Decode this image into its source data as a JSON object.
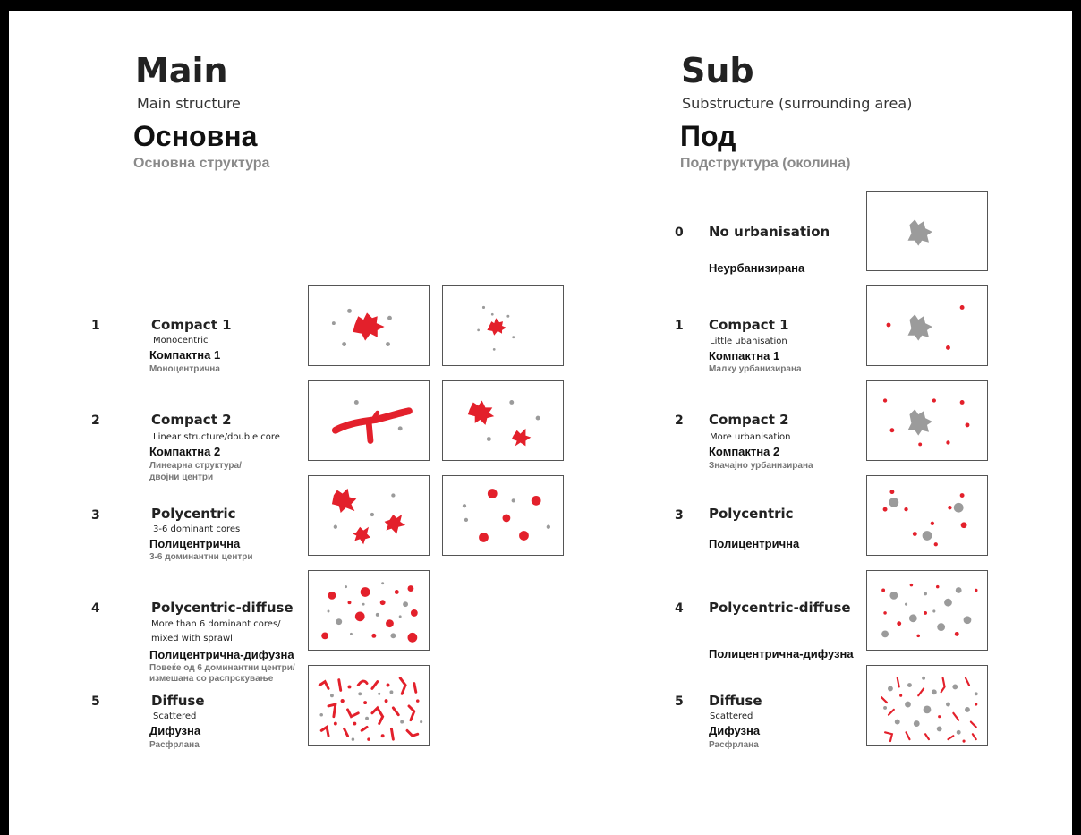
{
  "main": {
    "title_en": "Main",
    "subtitle_en": "Main structure",
    "title_mk": "Основна",
    "subtitle_mk": "Основна структура",
    "rows": [
      {
        "num": "1",
        "name_en": "Compact 1",
        "desc_en": "Monocentric",
        "name_mk": "Компактна 1",
        "desc_mk": "Моноцентрична"
      },
      {
        "num": "2",
        "name_en": "Compact 2",
        "desc_en": "Linear structure/double core",
        "name_mk": "Компактна 2",
        "desc_mk_1": "Линеарна структура/",
        "desc_mk_2": "двојни центри"
      },
      {
        "num": "3",
        "name_en": "Polycentric",
        "desc_en": "3-6 dominant cores",
        "name_mk": "Полицентрична",
        "desc_mk": "3-6 доминантни центри"
      },
      {
        "num": "4",
        "name_en": "Polycentric-diffuse",
        "desc_en_1": "More than 6 dominant cores/",
        "desc_en_2": "mixed with sprawl",
        "name_mk": "Полицентрична-дифузна",
        "desc_mk_1": "Повеќе од 6 доминантни центри/",
        "desc_mk_2": "измешана со распрскување"
      },
      {
        "num": "5",
        "name_en": "Diffuse",
        "desc_en": "Scattered",
        "name_mk": "Дифузна",
        "desc_mk": "Расфрлана"
      }
    ]
  },
  "sub": {
    "title_en": "Sub",
    "subtitle_en": "Substructure (surrounding area)",
    "title_mk": "Под",
    "subtitle_mk": "Подструктура (околина)",
    "rows": [
      {
        "num": "0",
        "name_en": "No urbanisation",
        "name_mk": "Неурбанизирана"
      },
      {
        "num": "1",
        "name_en": "Compact 1",
        "desc_en": "Little ubanisation",
        "name_mk": "Компактна 1",
        "desc_mk": "Малку урбанизирана"
      },
      {
        "num": "2",
        "name_en": "Compact 2",
        "desc_en": "More urbanisation",
        "name_mk": "Компактна 2",
        "desc_mk": "Значајно урбанизирана"
      },
      {
        "num": "3",
        "name_en": "Polycentric",
        "name_mk": "Полицентрична"
      },
      {
        "num": "4",
        "name_en": "Polycentric-diffuse",
        "name_mk": "Полицентрична-дифузна"
      },
      {
        "num": "5",
        "name_en": "Diffuse",
        "desc_en": "Scattered",
        "name_mk": "Дифузна",
        "desc_mk": "Расфрлана"
      }
    ]
  },
  "colors": {
    "red": "#e3202b",
    "grey": "#9b9b9b",
    "border": "#555555"
  }
}
